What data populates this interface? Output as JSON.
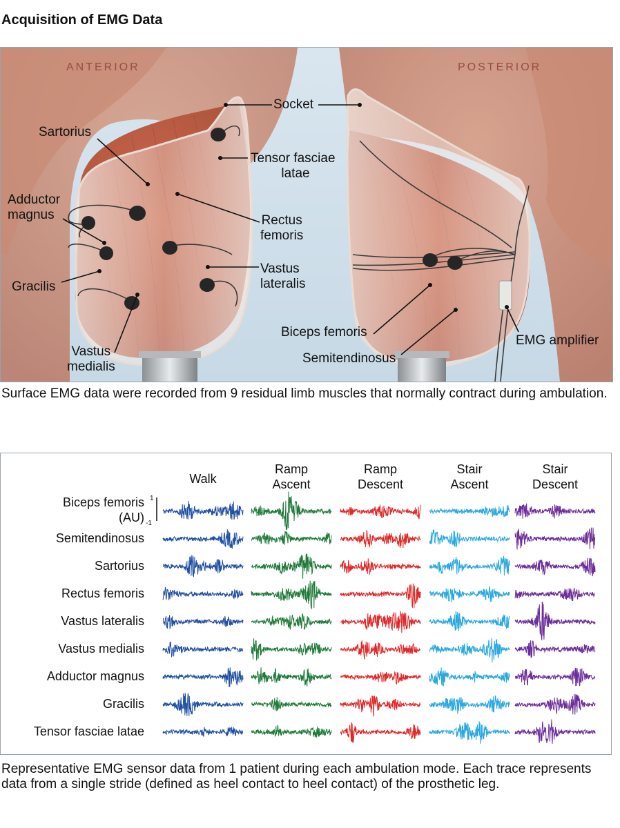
{
  "title": "Acquisition of EMG Data",
  "illustration": {
    "views": {
      "anterior": "ANTERIOR",
      "posterior": "POSTERIOR"
    },
    "labels": {
      "socket": "Socket",
      "sartorius": "Sartorius",
      "tensor": "Tensor fasciae latae",
      "adductor": "Adductor magnus",
      "rectus": "Rectus femoris",
      "vastus_lateralis": "Vastus lateralis",
      "gracilis": "Gracilis",
      "vastus_medialis": "Vastus medialis",
      "biceps": "Biceps femoris",
      "semitendinosus": "Semitendinosus",
      "amplifier": "EMG amplifier"
    },
    "label_lines": {
      "tensor": [
        "Tensor fasciae",
        "latae"
      ],
      "adductor": [
        "Adductor",
        "magnus"
      ],
      "rectus": [
        "Rectus",
        "femoris"
      ],
      "vastus_lateralis": [
        "Vastus",
        "lateralis"
      ],
      "vastus_medialis": [
        "Vastus",
        "medialis"
      ]
    }
  },
  "caption1": "Surface EMG data were recorded from 9 residual limb muscles that normally contract during ambulation.",
  "emg": {
    "columns": [
      {
        "key": "walk",
        "lines": [
          "Walk"
        ],
        "color": "#1f4fa3"
      },
      {
        "key": "ramp_ascent",
        "lines": [
          "Ramp",
          "Ascent"
        ],
        "color": "#1f7a3a"
      },
      {
        "key": "ramp_descent",
        "lines": [
          "Ramp",
          "Descent"
        ],
        "color": "#e02828"
      },
      {
        "key": "stair_ascent",
        "lines": [
          "Stair",
          "Ascent"
        ],
        "color": "#2aa8e0"
      },
      {
        "key": "stair_descent",
        "lines": [
          "Stair",
          "Descent"
        ],
        "color": "#6b2d9a"
      }
    ],
    "rows": [
      "Biceps femoris",
      "Semitendinosus",
      "Sartorius",
      "Rectus femoris",
      "Vastus lateralis",
      "Vastus medialis",
      "Adductor magnus",
      "Gracilis",
      "Tensor fasciae latae"
    ],
    "first_row_unit": "(AU)",
    "scale": {
      "top": "1",
      "bottom": "-1"
    }
  },
  "caption2": "Representative EMG sensor data from 1 patient during each ambulation mode. Each trace represents data from a single stride (defined as heel contact to heel contact) of the prosthetic leg."
}
